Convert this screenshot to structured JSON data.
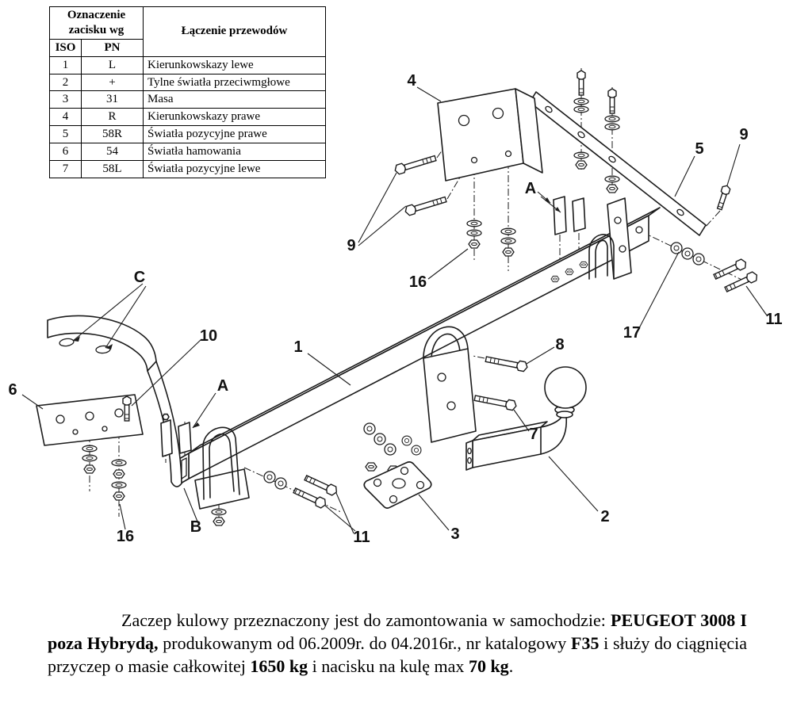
{
  "page": {
    "background": "#ffffff",
    "ink": "#000000"
  },
  "table": {
    "header_terminal": "Oznaczenie zacisku wg",
    "header_connection": "Łączenie przewodów",
    "col_iso": "ISO",
    "col_pn": "PN",
    "rows": [
      {
        "iso": "1",
        "pn": "L",
        "desc": "Kierunkowskazy lewe"
      },
      {
        "iso": "2",
        "pn": "+",
        "desc": "Tylne światła przeciwmgłowe"
      },
      {
        "iso": "3",
        "pn": "31",
        "desc": "Masa"
      },
      {
        "iso": "4",
        "pn": "R",
        "desc": "Kierunkowskazy prawe"
      },
      {
        "iso": "5",
        "pn": "58R",
        "desc": "Światła pozycyjne prawe"
      },
      {
        "iso": "6",
        "pn": "54",
        "desc": "Światła hamowania"
      },
      {
        "iso": "7",
        "pn": "58L",
        "desc": "Światła pozycyjne lewe"
      }
    ]
  },
  "diagram": {
    "callouts": [
      {
        "id": "bracket-4",
        "label": "4"
      },
      {
        "id": "bolts-9-left",
        "label": "9"
      },
      {
        "id": "washers-16-right",
        "label": "16"
      },
      {
        "id": "slots-c",
        "label": "C"
      },
      {
        "id": "bolt-10",
        "label": "10"
      },
      {
        "id": "crossbeam-1",
        "label": "1"
      },
      {
        "id": "clamp-a-left",
        "label": "A"
      },
      {
        "id": "plate-6",
        "label": "6"
      },
      {
        "id": "bracket-b",
        "label": "B"
      },
      {
        "id": "washers-16-left",
        "label": "16"
      },
      {
        "id": "bolts-11-bottom",
        "label": "11"
      },
      {
        "id": "plate-3",
        "label": "3"
      },
      {
        "id": "towball-2",
        "label": "2"
      },
      {
        "id": "bolt-7",
        "label": "7"
      },
      {
        "id": "bolt-8",
        "label": "8"
      },
      {
        "id": "side-bar-5",
        "label": "5"
      },
      {
        "id": "bolt-9-right",
        "label": "9"
      },
      {
        "id": "washers-17",
        "label": "17"
      },
      {
        "id": "bolts-11-right",
        "label": "11"
      },
      {
        "id": "clamp-a-right",
        "label": "A"
      }
    ]
  },
  "footer": {
    "seg1": "Zaczep kulowy przeznaczony jest do zamontowania w samochodzie: ",
    "seg2": "PEUGEOT 3008 I poza Hybrydą,",
    "seg3": " produkowanym od 06.2009r. do 04.2016r., nr katalogowy ",
    "seg4": "F35",
    "seg5": " i służy do ciągnięcia przyczep o masie całkowitej ",
    "seg6": "1650 kg",
    "seg7": " i nacisku na kulę max ",
    "seg8": "70 kg",
    "seg9": "."
  }
}
